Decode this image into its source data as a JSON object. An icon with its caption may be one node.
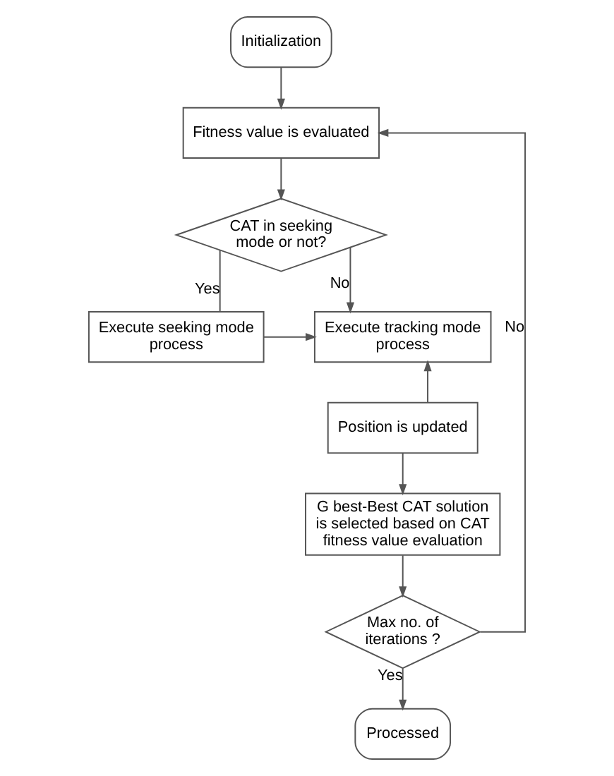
{
  "diagram": {
    "nodes": [
      {
        "text": [
          "Initialization"
        ]
      },
      {
        "text": [
          "Fitness value is evaluated"
        ]
      },
      {
        "text": [
          "CAT in seeking mode or not?"
        ]
      },
      {
        "text": [
          "Execute seeking mode process"
        ]
      },
      {
        "text": [
          "Execute tracking mode process"
        ]
      },
      {
        "text": [
          "Position is updated"
        ]
      },
      {
        "text": [
          "G best-Best CAT solution is selected based on CAT fitness value evaluation"
        ]
      },
      {
        "text": [
          "Max no. of iterations ?"
        ]
      },
      {
        "text": [
          "Processed"
        ]
      }
    ],
    "edges": [
      {
        "from": 0,
        "to": 1,
        "arrow": "to"
      },
      {
        "from": 1,
        "to": 2,
        "arrow": "to"
      },
      {
        "from": 2,
        "to": 3,
        "arrow": "none",
        "label": "Yes"
      },
      {
        "from": 2,
        "to": 4,
        "arrow": "to",
        "label": "No"
      },
      {
        "from": 3,
        "to": 4,
        "arrow": "to"
      },
      {
        "from": 5,
        "to": 4,
        "arrow": "to"
      },
      {
        "from": 5,
        "to": 6,
        "arrow": "to"
      },
      {
        "from": 6,
        "to": 7,
        "arrow": "to"
      },
      {
        "from": 7,
        "to": 8,
        "arrow": "to",
        "label": "Yes"
      },
      {
        "from": 7,
        "to": 1,
        "arrow": "to",
        "label": "No"
      }
    ]
  }
}
